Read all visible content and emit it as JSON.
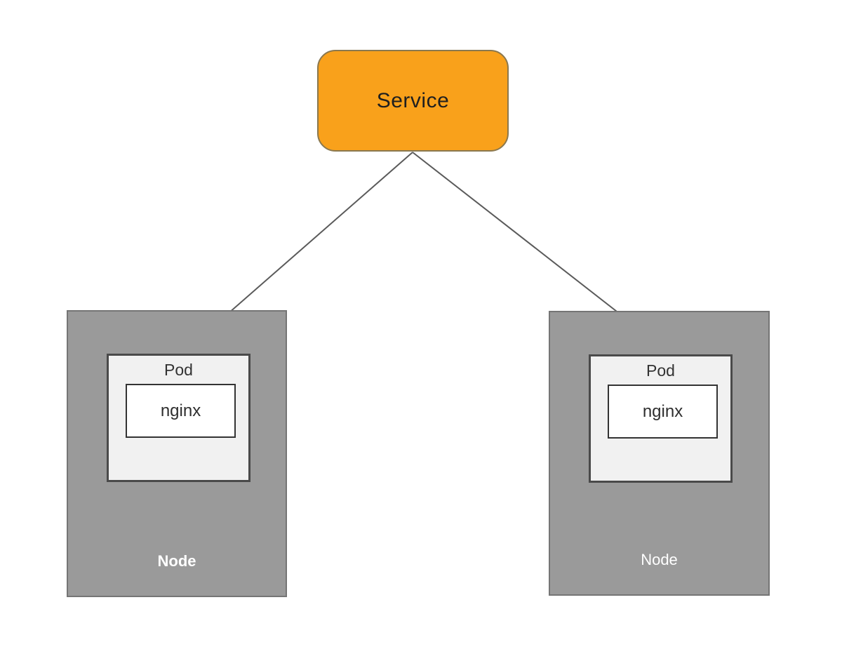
{
  "service": {
    "label": "Service"
  },
  "nodes": [
    {
      "label": "Node",
      "pod": {
        "label": "Pod",
        "container": "nginx"
      }
    },
    {
      "label": "Node",
      "pod": {
        "label": "Pod",
        "container": "nginx"
      }
    }
  ],
  "colors": {
    "service_fill": "#f9a11b",
    "service_border": "#8a784f",
    "node_fill": "#9a9a9a",
    "node_border": "#757575",
    "pod_fill": "#f1f1f1",
    "pod_border": "#4a4a4a",
    "container_fill": "#ffffff",
    "container_border": "#333333",
    "arrow": "#5a5a5a",
    "service_text": "#1f1f1f",
    "node_text": "#ffffff"
  }
}
